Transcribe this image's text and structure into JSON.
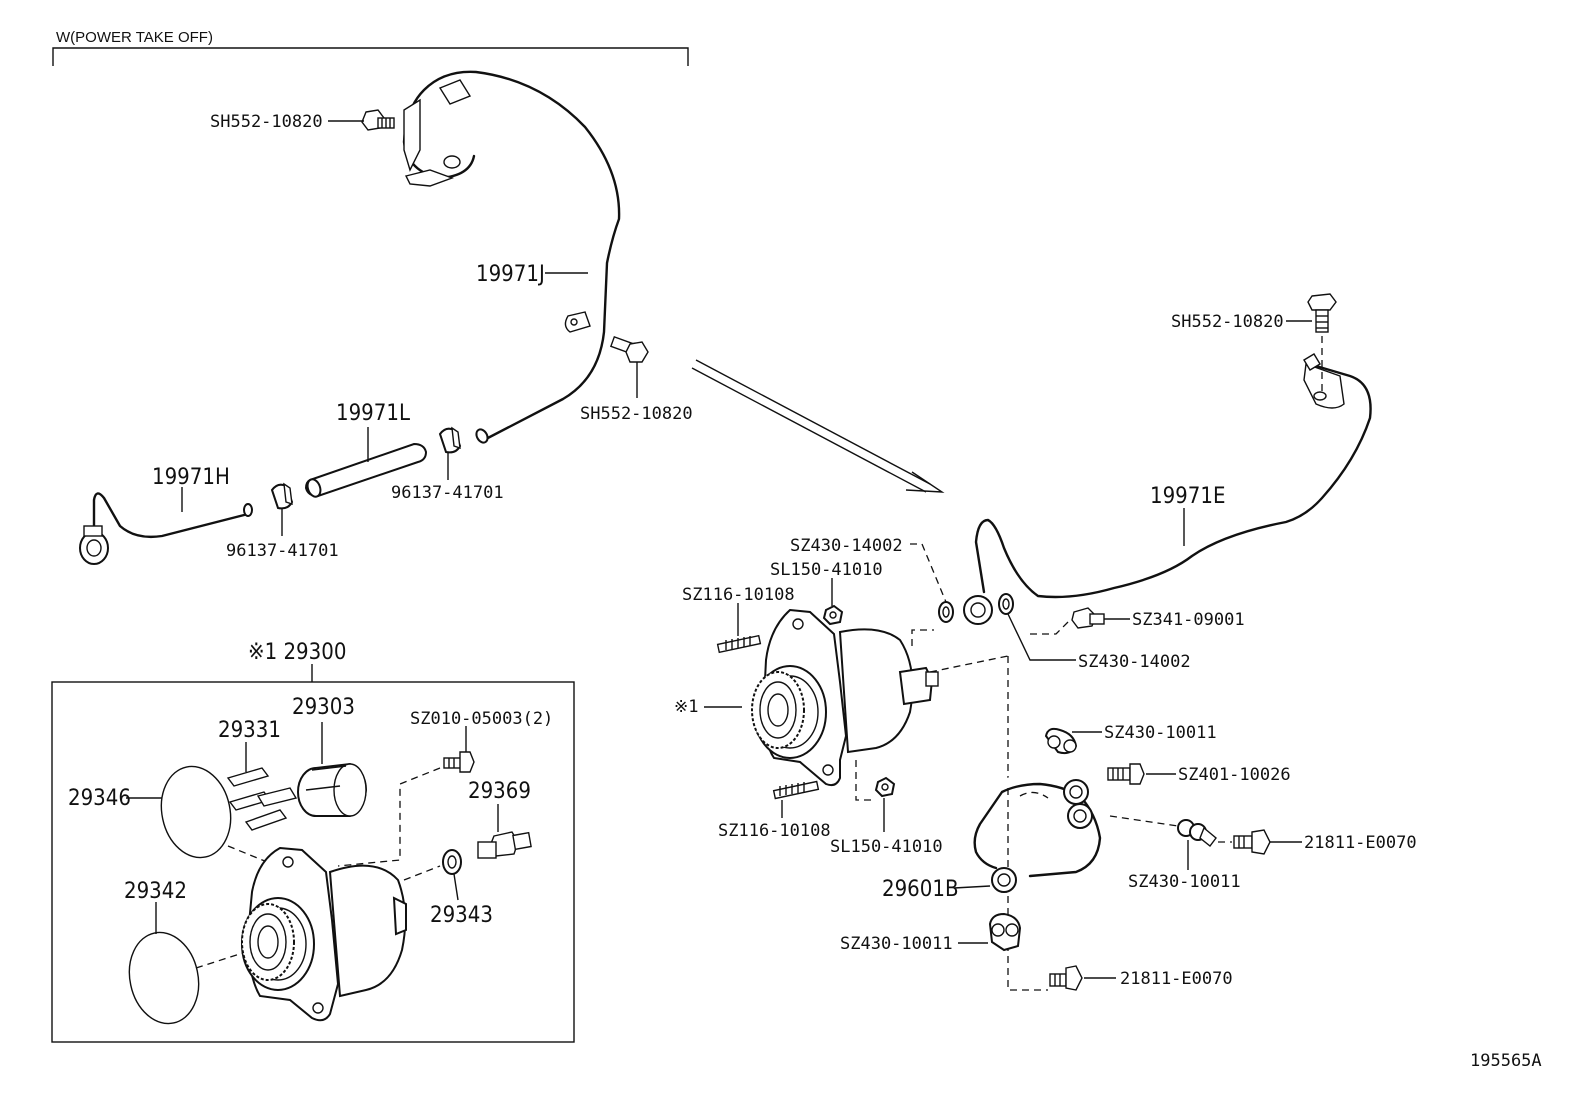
{
  "header": {
    "section_label": "W(POWER TAKE OFF)"
  },
  "callouts": {
    "bolt_top_left": "SH552-10820",
    "pipe_j": "19971J",
    "bolt_mid": "SH552-10820",
    "hose_l": "19971L",
    "pipe_h": "19971H",
    "clamp_a": "96137-41701",
    "clamp_b": "96137-41701",
    "bolt_right": "SH552-10820",
    "pipe_e": "19971E",
    "gasket_top": "SZ430-14002",
    "nut_top": "SL150-41010",
    "stud_top": "SZ116-10108",
    "union_bolt": "SZ341-09001",
    "gasket_right": "SZ430-14002",
    "pump_ref": "※1",
    "clip_top": "SZ430-10011",
    "bolt_clip": "SZ401-10026",
    "hose_clamp_right": "21811-E0070",
    "stud_bottom": "SZ116-10108",
    "nut_bottom": "SL150-41010",
    "clip_mid": "SZ430-10011",
    "hose_b": "29601B",
    "clip_bottom": "SZ430-10011",
    "hose_clamp_bottom": "21811-E0070"
  },
  "inset": {
    "title": "※1 29300",
    "labels": {
      "gasket_331": "29331",
      "rotor_303": "29303",
      "bolts": "SZ010-05003(2)",
      "oring_346": "29346",
      "valve_369": "29369",
      "oring_342": "29342",
      "washer_343": "29343"
    }
  },
  "footer": {
    "diagram_id": "195565A"
  }
}
